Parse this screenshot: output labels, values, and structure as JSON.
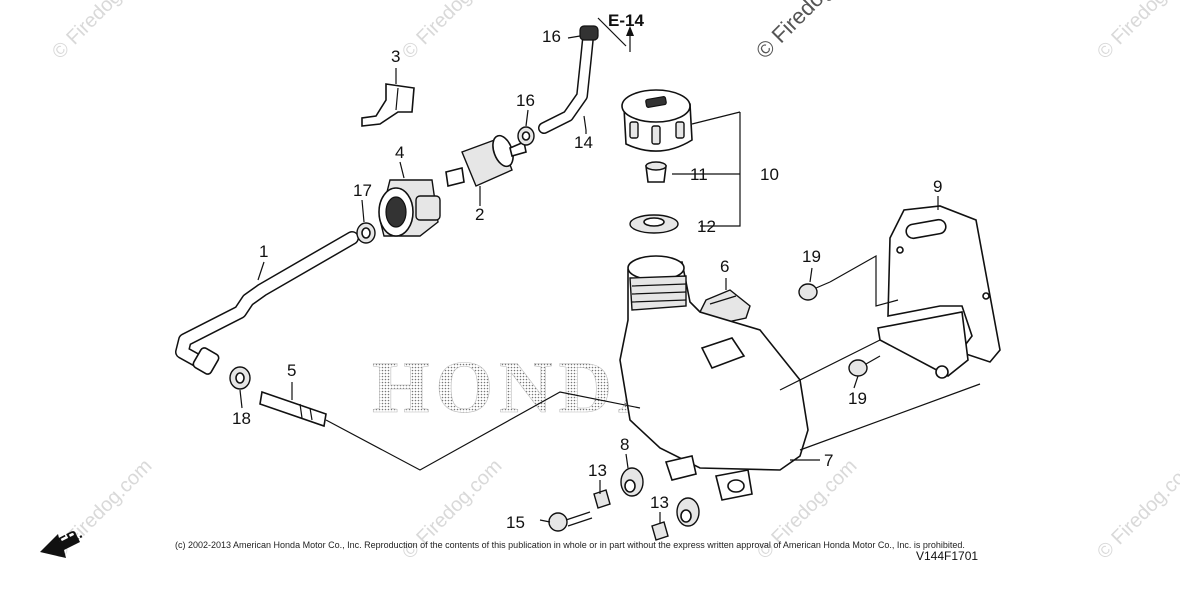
{
  "watermark": "© Firedog.com",
  "brand_watermark": "HONDA",
  "direction_label": "FR.",
  "reference": "E-14",
  "copyright": "(c) 2002-2013 American Honda Motor Co., Inc. Reproduction of the contents of this publication in whole or in part without the express written approval of American Honda Motor Co., Inc. is prohibited.",
  "diagram_code": "V144F1701",
  "callouts": {
    "c1": "1",
    "c2": "2",
    "c3": "3",
    "c4": "4",
    "c5": "5",
    "c6": "6",
    "c7": "7",
    "c8": "8",
    "c9": "9",
    "c10": "10",
    "c11": "11",
    "c12": "12",
    "c13a": "13",
    "c13b": "13",
    "c14": "14",
    "c15": "15",
    "c16a": "16",
    "c16b": "16",
    "c17": "17",
    "c18": "18",
    "c19a": "19",
    "c19b": "19"
  }
}
